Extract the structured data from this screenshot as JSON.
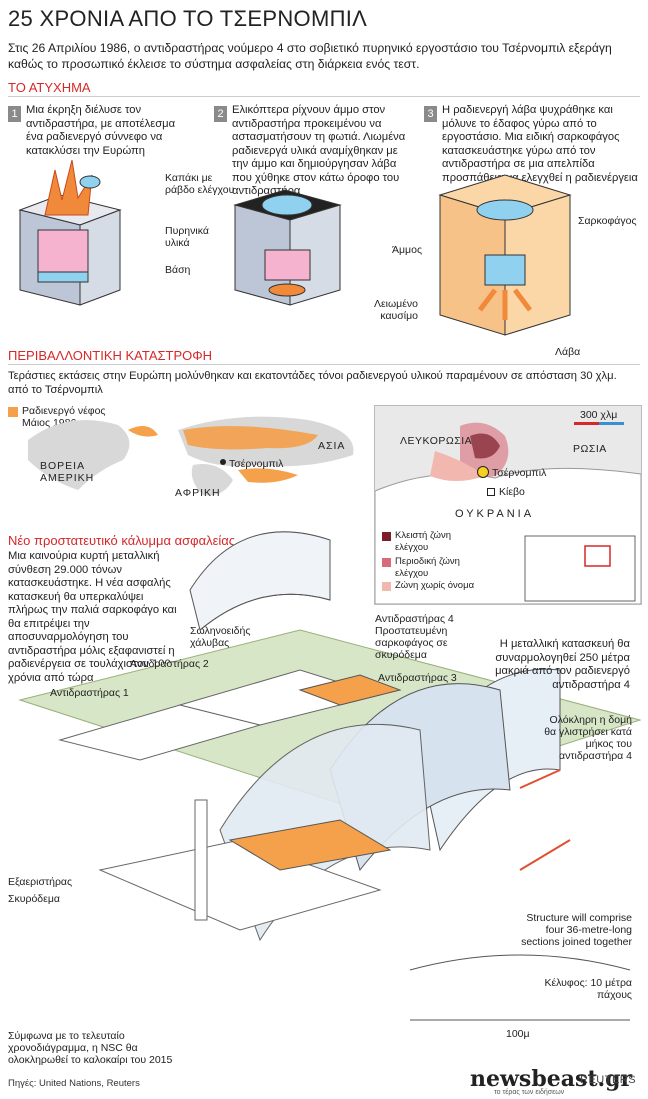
{
  "title": "25 ΧΡΟΝΙΑ ΑΠΟ ΤΟ ΤΣΕΡΝΟΜΠΙΛ",
  "intro": "Στις 26 Απριλίου 1986, ο αντιδραστήρας νούμερο 4 στο σοβιετικό πυρηνικό εργοστάσιο του Τσέρνομπιλ εξεράγη καθώς το προσωπικό έκλεισε το σύστημα ασφαλείας στη διάρκεια ενός τεστ.",
  "accident": {
    "heading": "ΤΟ ΑΤΥΧΗΜΑ",
    "steps": [
      {
        "num": "1",
        "text": "Μια έκρηξη διέλυσε τον αντιδραστήρα, με αποτέλεσμα ένα ραδιενεργό σύννεφο να κατακλύσει την Ευρώπη"
      },
      {
        "num": "2",
        "text": "Ελικόπτερα ρίχνουν άμμο στον αντιδραστήρα προκειμένου να αστασματήσουν τη φωτιά. Λιωμένα ραδιενεργά υλικά αναμίχθηκαν με την άμμο και δημιούργησαν λάβα που χύθηκε στον κάτω όροφο του αντιδραστήρα"
      },
      {
        "num": "3",
        "text": "Η ραδιενεργή λάβα ψυχράθηκε και μόλυνε το έδαφος γύρω από το εργοστάσιο. Μια ειδική σαρκοφάγος κατασκευάστηκε γύρω από τον αντιδραστήρα σε μια απελπίδα προσπάθεια να ελεγχθεί η ραδιενέργεια"
      }
    ],
    "labels": {
      "lid": "Καπάκι με ράβδο ελέγχου",
      "fuel": "Πυρηνικά υλικά",
      "base": "Βάση",
      "sand": "Άμμος",
      "melted": "Λειωμένο καυσίμο",
      "sarcophagus": "Σαρκοφάγος",
      "lava": "Λάβα"
    }
  },
  "environment": {
    "heading": "ΠΕΡΙΒΑΛΛΟΝΤΙΚΗ ΚΑΤΑΣΤΡΟΦΗ",
    "text": "Τεράστιες εκτάσεις στην Ευρώπη μολύνθηκαν και εκατοντάδες τόνοι ραδιενεργού υλικού παραμένουν σε απόσταση 30 χλμ. από το Τσέρνομπιλ",
    "legend": "Ραδιενεργό νέφος Μάιος 1986",
    "world_labels": {
      "na": "ΒΟΡΕΙΑ ΑΜΕΡΙΚΗ",
      "asia": "ΑΣΙΑ",
      "africa": "ΑΦΡΙΚΗ",
      "chernobyl": "Τσέρνομπιλ"
    },
    "map": {
      "scale": "300 χλμ",
      "belarus": "ΛΕΥΚΟΡΩΣΙΑ",
      "russia": "ΡΩΣΙΑ",
      "ukraine": "ΟΥΚΡΑΝΙΑ",
      "chernobyl": "Τσέρνομπιλ",
      "kiev": "Κίεβο",
      "zones": [
        {
          "label": "Κλειστή ζώνη ελέγχου",
          "color": "#7a1e2a"
        },
        {
          "label": "Περιοδική ζώνη ελέγχου",
          "color": "#d86b7a"
        },
        {
          "label": "Ζώνη χωρίς όνομα",
          "color": "#f2b8b0"
        }
      ]
    }
  },
  "shelter": {
    "heading": "Νέο προστατευτικό κάλυμμα ασφαλείας",
    "text": "Μια καινούρια κυρτή μεταλλική σύνθεση 29.000 τόνων κατασκευάστηκε. Η νέα ασφαλής κατασκευή θα υπερκαλύψει πλήρως την παλιά σαρκοφάγο και θα επιτρέψει την αποσυναρμολόγηση του αντιδραστήρα μόλις εξαφανιστεί η ραδιενέργεια σε τουλάχιστον 100 χρόνια από τώρα",
    "steel": "Σωληνοειδής χάλυβας",
    "reactor4": "Αντιδραστήρας 4 Προστατευμένη σαρκοφάγος σε σκυρόδεμα",
    "reactor3": "Αντιδραστήρας 3",
    "reactor2": "Αντιδραστήρας 2",
    "reactor1": "Αντιδραστήρας 1",
    "assembly": "Η μεταλλική κατασκευή θα συναρμολογηθεί 250 μέτρα μακριά από τον ραδιενεργό αντιδραστήρα 4",
    "slide": "Ολόκληρη η δομή θα γλιστρήσει κατά μήκος του αντιδραστήρα 4",
    "ventilator": "Εξαεριστήρας",
    "concrete": "Σκυρόδεμα",
    "sections": "Structure will comprise four 36-metre-long sections joined together",
    "shell": "Κέλυφος: 10 μέτρα πάχους",
    "height": "100μ",
    "schedule": "Σύμφωνα με το τελευταίο χρονοδιάγραμμα, η NSC θα ολοκληρωθεί το καλοκαίρι του 2015"
  },
  "footer": {
    "sources": "Πηγές: United Nations, Reuters",
    "logo": "newsbeast.gr",
    "logo_sub": "το τέρας των ειδήσεων",
    "reuters": "REUTERS"
  },
  "colors": {
    "accent": "#d62828",
    "orange": "#f5a04a",
    "pink": "#f5b3d0",
    "blue": "#8fd1ef"
  }
}
